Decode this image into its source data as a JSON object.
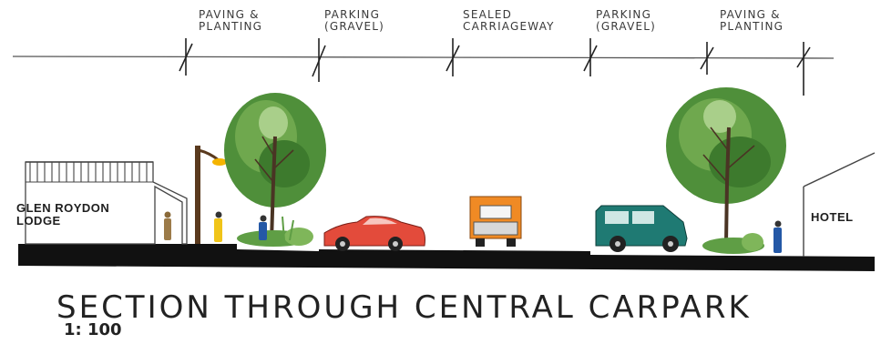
{
  "zones": [
    {
      "id": "paving-planting-left",
      "label": "PAVING &\nPLANTING"
    },
    {
      "id": "parking-left",
      "label": "PARKING\n(GRAVEL)"
    },
    {
      "id": "sealed-carriageway",
      "label": "SEALED\nCARRIAGEWAY"
    },
    {
      "id": "parking-right",
      "label": "PARKING\n(GRAVEL)"
    },
    {
      "id": "paving-planting-right",
      "label": "PAVING &\nPLANTING"
    }
  ],
  "buildings": {
    "left": "GLEN ROYDON\nLODGE",
    "right": "HOTEL"
  },
  "title": "SECTION THROUGH CENTRAL CARPARK",
  "scale": "1: 100",
  "colors": {
    "tree_foliage": "#4f8f3a",
    "red_car": "#e34b3b",
    "orange_truck": "#f08a24",
    "teal_car": "#1f7a73",
    "ground": "#111111"
  }
}
